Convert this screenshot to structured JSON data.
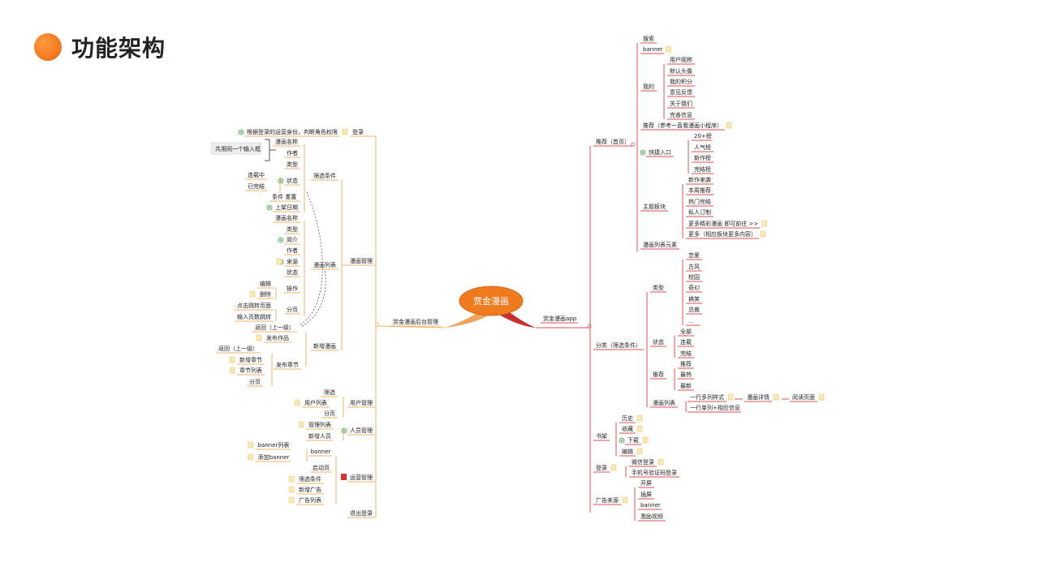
{
  "page_title": "功能架构",
  "center": "赏金漫画",
  "admin_root": "赏金漫画后台管理",
  "app_root": "赏金漫画app",
  "login": "登录",
  "login_note": "根据登录的运营身份，判断角色权限",
  "manhua_mgmt": "漫画管理",
  "shaixuan": "筛选条件",
  "shared_box": "共用同一个输入框",
  "f_name": "漫画名称",
  "f_author": "作者",
  "f_type": "类型",
  "f_status": "状态",
  "serializing": "连载中",
  "finished": "已完结",
  "cond_reset": "条件 重置",
  "shelf_date": "上架日期",
  "manhua_list": "漫画列表",
  "l_name": "漫画名称",
  "l_type": "类型",
  "l_intro": "简介",
  "l_author": "作者",
  "l_source": "来源",
  "l_status": "状态",
  "operate": "操作",
  "edit": "编辑",
  "delete": "删除",
  "paging": "分页",
  "click_jump": "点击跳转页面",
  "input_jump": "输入页数跳转",
  "new_manhua": "新增漫画",
  "back_up": "返回（上一级）",
  "publish_work": "发布作品",
  "publish_chapter": "发布章节",
  "back_up2": "返回（上一级）",
  "add_chapter": "新增章节",
  "chapter_list": "章节列表",
  "paging2": "分页",
  "user_mgmt": "用户管理",
  "um_filter": "筛选",
  "um_list": "用户列表",
  "um_page": "分页",
  "staff_mgmt": "人员管理",
  "sm_list": "管理列表",
  "sm_add": "新增人员",
  "ops_mgmt": "运营管理",
  "banner": "banner",
  "banner_list": "banner列表",
  "add_banner": "添加banner",
  "splash": "启动页",
  "ops_filter": "筛选条件",
  "add_ad": "新增广告",
  "ad_list": "广告列表",
  "logout": "退出登录",
  "home": "推荐（首页）",
  "search": "搜索",
  "banner_app": "banner",
  "mine": "我的",
  "nickname": "用户昵称",
  "avatar": "默认头像",
  "points": "我的积分",
  "feedback": "意见反馈",
  "about": "关于我们",
  "complete_info": "完善信息",
  "recommend_ref": "推荐（参考一直看漫画小程序）",
  "quick_entry": "快捷入口",
  "qe_20": "20+榜",
  "qe_pop": "人气榜",
  "qe_new": "新作榜",
  "qe_end": "完结榜",
  "theme": "主题板块",
  "th_new": "新作来袭",
  "th_week": "本周推荐",
  "th_hot": "热门完结",
  "th_custom": "私人订制",
  "th_more1": "更多精彩漫画 即可前往 >>",
  "th_more2": "更多（相应板块更多内容）",
  "list_elem": "漫画列表元素",
  "category": "分类（筛选条件）",
  "c_type": "类型",
  "t_love": "恋爱",
  "t_ancient": "古风",
  "t_campus": "校园",
  "t_fantasy": "奇幻",
  "t_funny": "搞笑",
  "t_ceo": "总裁",
  "t_more": "...",
  "c_status": "状态",
  "s_all": "全部",
  "s_serial": "连载",
  "s_done": "完结",
  "c_rec": "推荐",
  "r_rec": "推荐",
  "r_hot": "最热",
  "r_new": "最新",
  "c_list": "漫画列表",
  "multi_row": "一行多列样式",
  "detail": "漫画详情",
  "reading": "阅读页面",
  "single_row": "一行单列+相应信息",
  "shelf": "书架",
  "history": "历史",
  "collect": "收藏",
  "download": "下载",
  "shelf_edit": "编辑",
  "app_login": "登录",
  "wechat_login": "微信登录",
  "phone_login": "手机号验证码登录",
  "ad_source": "广告来源",
  "ad_open": "开屏",
  "ad_insert": "插屏",
  "ad_banner": "banner",
  "ad_video": "激励视频",
  "colors": {
    "left_branch": "#f2b36b",
    "right_branch": "#d9534f",
    "center": "#f07a1e",
    "title_dot": "#f47a20"
  }
}
